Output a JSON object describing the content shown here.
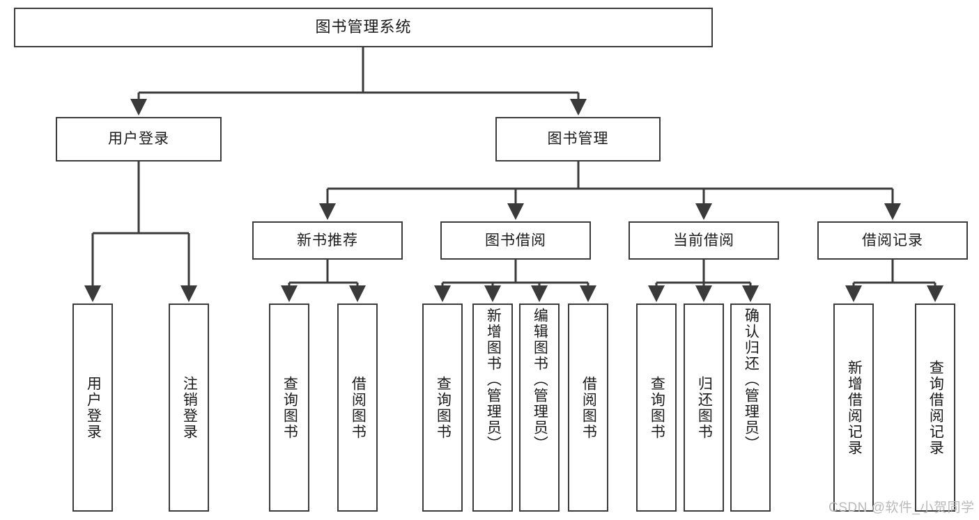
{
  "diagram": {
    "title": "图书管理系统",
    "type": "功能结构图",
    "line_color": "#3a3a3a",
    "box_fill": "#ffffff",
    "text_color": "#1a1a1a",
    "watermark": "CSDN @软件_小贺同学",
    "watermark_color": "#b9b9b9"
  },
  "nodes": {
    "root": {
      "label": "图书管理系统"
    },
    "level2": [
      {
        "id": "user-login",
        "label": "用户登录"
      },
      {
        "id": "book-manage",
        "label": "图书管理"
      }
    ],
    "level3": [
      {
        "id": "new-book-recommend",
        "label": "新书推荐"
      },
      {
        "id": "book-borrow",
        "label": "图书借阅"
      },
      {
        "id": "current-borrow",
        "label": "当前借阅"
      },
      {
        "id": "borrow-record",
        "label": "借阅记录"
      }
    ],
    "leaves": {
      "user_login": [
        {
          "id": "leaf-user-login",
          "label": "用户登录"
        },
        {
          "id": "leaf-user-logout",
          "label": "注销登录"
        }
      ],
      "new_book_recommend": [
        {
          "id": "leaf-query-book-1",
          "label": "查询图书"
        },
        {
          "id": "leaf-borrow-book-1",
          "label": "借阅图书"
        }
      ],
      "book_borrow": [
        {
          "id": "leaf-query-book-2",
          "label": "查询图书"
        },
        {
          "id": "leaf-add-book",
          "label": "新增图书（管理员）"
        },
        {
          "id": "leaf-edit-book",
          "label": "编辑图书（管理员）"
        },
        {
          "id": "leaf-borrow-book-2",
          "label": "借阅图书"
        }
      ],
      "current_borrow": [
        {
          "id": "leaf-query-book-3",
          "label": "查询图书"
        },
        {
          "id": "leaf-return-book",
          "label": "归还图书"
        },
        {
          "id": "leaf-confirm-return",
          "label": "确认归还（管理员）"
        }
      ],
      "borrow_record": [
        {
          "id": "leaf-add-record",
          "label": "新增借阅记录"
        },
        {
          "id": "leaf-query-record",
          "label": "查询借阅记录"
        }
      ]
    }
  }
}
